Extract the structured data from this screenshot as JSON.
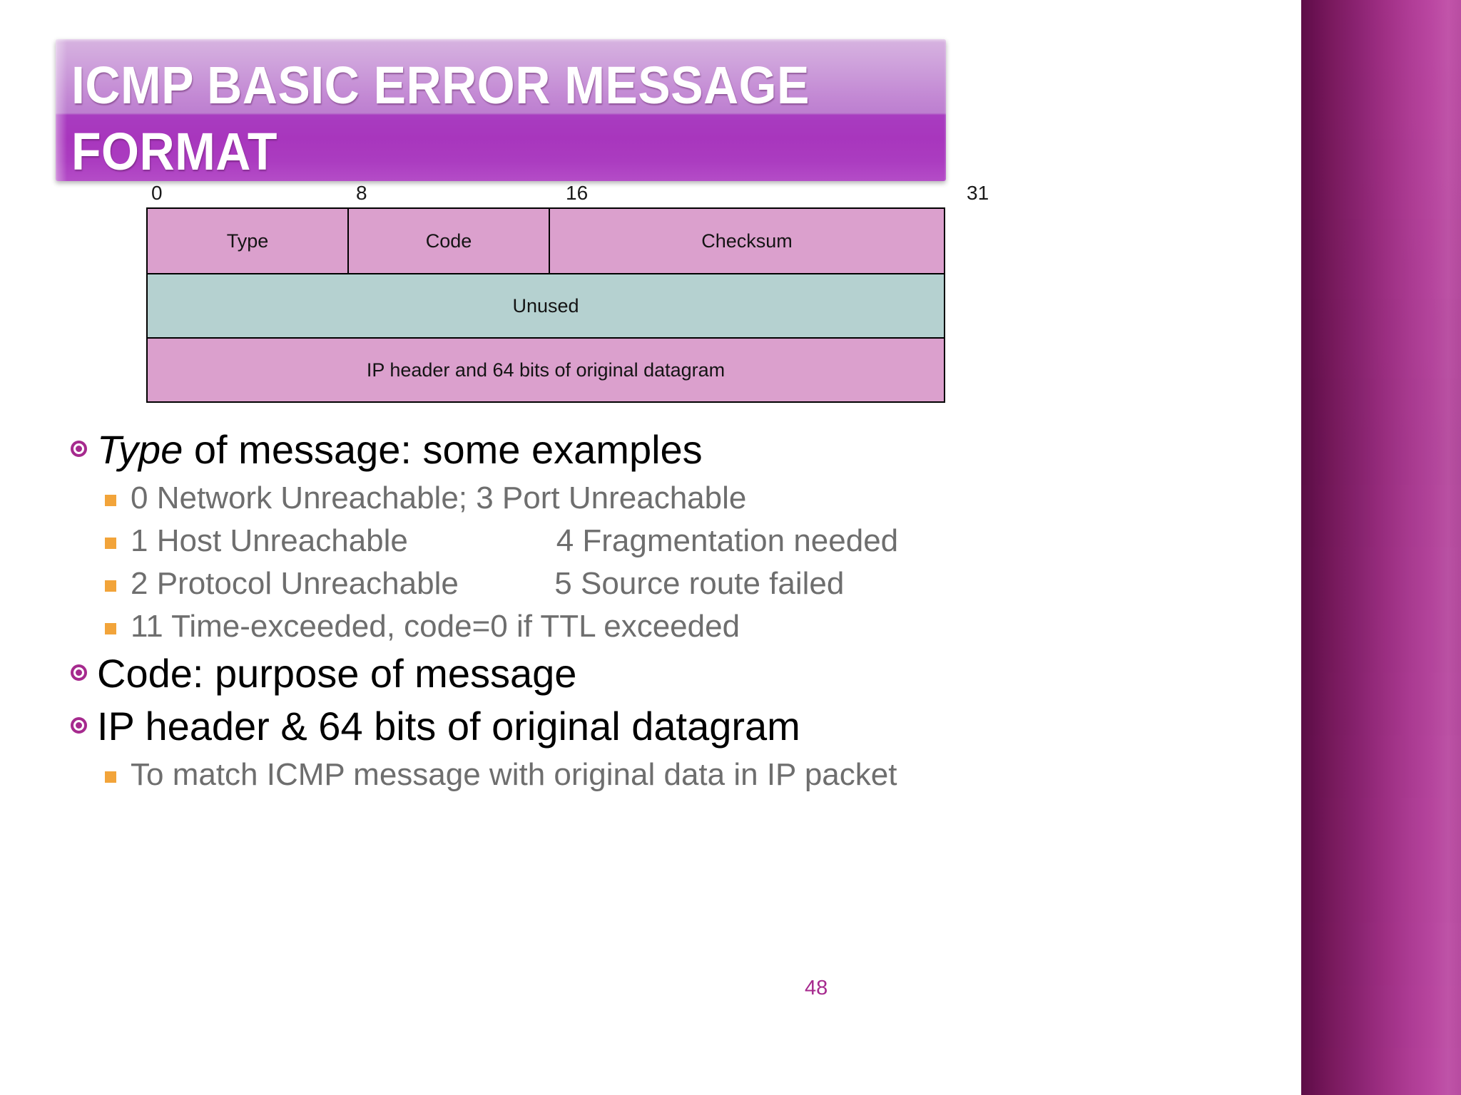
{
  "slide": {
    "title": "ICMP Basic Error Message\nFormat",
    "page_number": "48",
    "accent_color": "#a62a8e",
    "sub_bullet_color": "#f2a43a",
    "body_text_color": "#6e6e6e"
  },
  "ruler": {
    "ticks": [
      "0",
      "8",
      "16",
      "31"
    ]
  },
  "packet": {
    "rows": [
      {
        "cells": [
          {
            "label": "Type",
            "fill": "#dba0cd"
          },
          {
            "label": "Code",
            "fill": "#dba0cd"
          },
          {
            "label": "Checksum",
            "fill": "#dba0cd"
          }
        ]
      },
      {
        "cells": [
          {
            "label": "Unused",
            "fill": "#b5d1d0"
          }
        ]
      },
      {
        "cells": [
          {
            "label": "IP header and 64 bits of original datagram",
            "fill": "#dba0cd"
          }
        ]
      }
    ]
  },
  "bullets": [
    {
      "level": 1,
      "emphasis": "Type",
      "rest": " of message:  some examples",
      "plain": "Type of message:  some examples"
    },
    {
      "level": 2,
      "text": "0 Network Unreachable; 3 Port Unreachable"
    },
    {
      "level": 2,
      "text": "1 Host Unreachable                 4 Fragmentation needed"
    },
    {
      "level": 2,
      "text": "2 Protocol Unreachable           5 Source route failed"
    },
    {
      "level": 2,
      "text": "11 Time-exceeded, code=0 if TTL exceeded"
    },
    {
      "level": 1,
      "plain": "Code:  purpose of message"
    },
    {
      "level": 1,
      "plain": "IP header & 64 bits of original datagram"
    },
    {
      "level": 2,
      "text": "To match ICMP message with original data in IP packet"
    }
  ]
}
